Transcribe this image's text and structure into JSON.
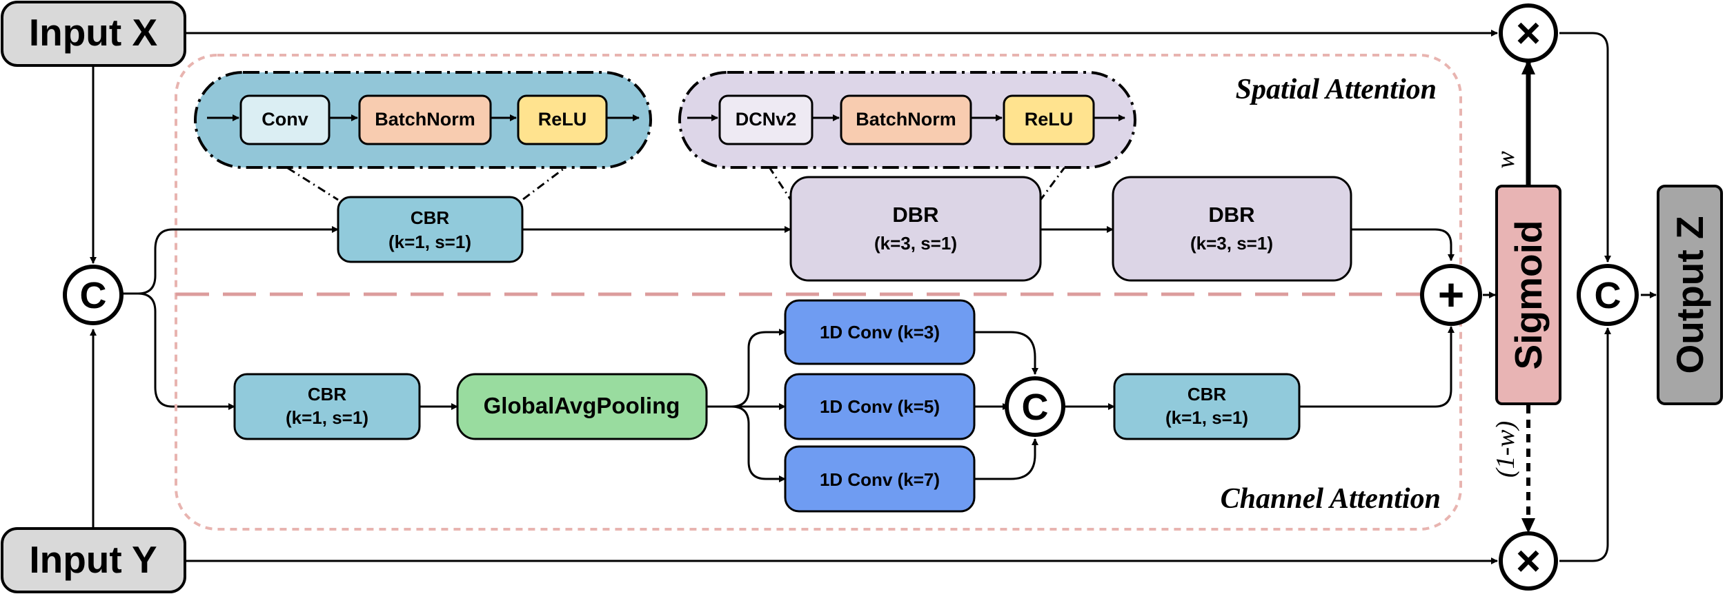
{
  "inputs": {
    "x_label": "Input X",
    "y_label": "Input Y"
  },
  "output": {
    "label": "Output Z"
  },
  "symbols": {
    "concat": "C",
    "add": "+",
    "multiply": "×"
  },
  "spatial": {
    "title": "Spatial Attention",
    "detail_cbr": [
      "Conv",
      "BatchNorm",
      "ReLU"
    ],
    "detail_dbr": [
      "DCNv2",
      "BatchNorm",
      "ReLU"
    ],
    "cbr": {
      "name": "CBR",
      "params": "(k=1, s=1)"
    },
    "dbr1": {
      "name": "DBR",
      "params": "(k=3, s=1)"
    },
    "dbr2": {
      "name": "DBR",
      "params": "(k=3, s=1)"
    }
  },
  "channel": {
    "title": "Channel Attention",
    "cbr_in": {
      "name": "CBR",
      "params": "(k=1, s=1)"
    },
    "pool": "GlobalAvgPooling",
    "convs": [
      "1D Conv (k=3)",
      "1D Conv (k=5)",
      "1D Conv (k=7)"
    ],
    "cbr_out": {
      "name": "CBR",
      "params": "(k=1, s=1)"
    }
  },
  "sigmoid": {
    "label": "Sigmoid",
    "w_label": "w",
    "one_minus_w_label": "(1-w)"
  },
  "colors": {
    "input_box": "#d9d9d9",
    "output_box": "#a6a6a6",
    "cbr": "#91cadb",
    "dbr": "#dcd5e6",
    "conv1d": "#6f9cf2",
    "pool": "#99dc9f",
    "sigmoid": "#e8b4b4",
    "conv_small": "#dbeef3",
    "batchnorm": "#f8ccb0",
    "relu": "#ffe38f",
    "dcn_small": "#eeeaf3",
    "spatial_cloud": "#92c6d8",
    "dbr_cloud": "#ddd6e8",
    "region_border": "#e8b4b0",
    "divider": "#dc9c9c"
  }
}
